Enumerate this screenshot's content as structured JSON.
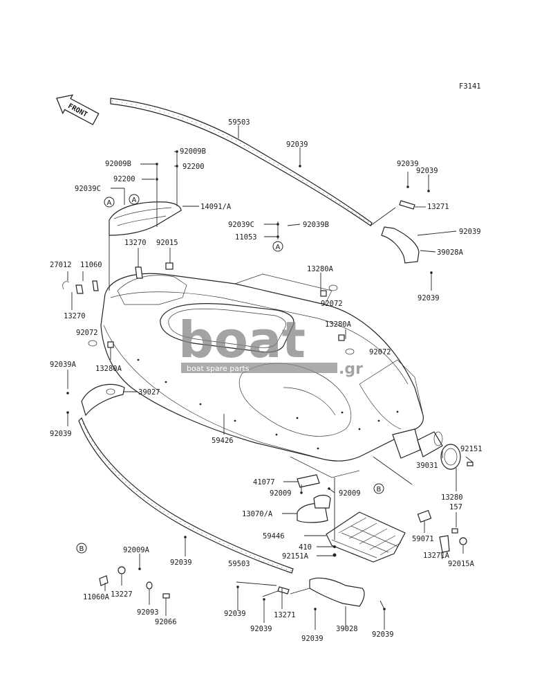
{
  "figure_code": "F3141",
  "front_label": "FRONT",
  "watermark": {
    "text": "boat",
    "suffix": ".gr",
    "subtitle": "boat spare parts"
  },
  "callouts": {
    "A": "A",
    "B": "B"
  },
  "parts": {
    "59503_top": "59503",
    "92039_rail": "92039",
    "92009B_a": "92009B",
    "92200_a": "92200",
    "92009B_b": "92009B",
    "92200_b": "92200",
    "92039C_a": "92039C",
    "14091A": "14091/A",
    "92039C_b": "92039C",
    "92039B": "92039B",
    "11053": "11053",
    "92039_r1": "92039",
    "92039_r2": "92039",
    "13271_top": "13271",
    "92039_r3": "92039",
    "39028A": "39028A",
    "92039_r4": "92039",
    "13270_a": "13270",
    "92015": "92015",
    "27012": "27012",
    "11060": "11060",
    "13270_b": "13270",
    "13280A_a": "13280A",
    "92072_a": "92072",
    "13280A_b": "13280A",
    "92072_b": "92072",
    "92072_c": "92072",
    "13280A_c": "13280A",
    "92039A": "92039A",
    "39027": "39027",
    "92039_l": "92039",
    "59426": "59426",
    "92151": "92151",
    "39031": "39031",
    "13280": "13280",
    "41077": "41077",
    "92009_a": "92009",
    "92009_b": "92009",
    "13070A": "13070/A",
    "157": "157",
    "59446": "59446",
    "59071": "59071",
    "410": "410",
    "92151A": "92151A",
    "13271A": "13271A",
    "92015A": "92015A",
    "92009A": "92009A",
    "92039_b1": "92039",
    "59503_bottom": "59503",
    "11060A": "11060A",
    "13227": "13227",
    "92093": "92093",
    "92066": "92066",
    "92039_b2": "92039",
    "13271_bottom": "13271",
    "92039_b3": "92039",
    "92039_b4": "92039",
    "39028": "39028",
    "92039_b5": "92039"
  }
}
